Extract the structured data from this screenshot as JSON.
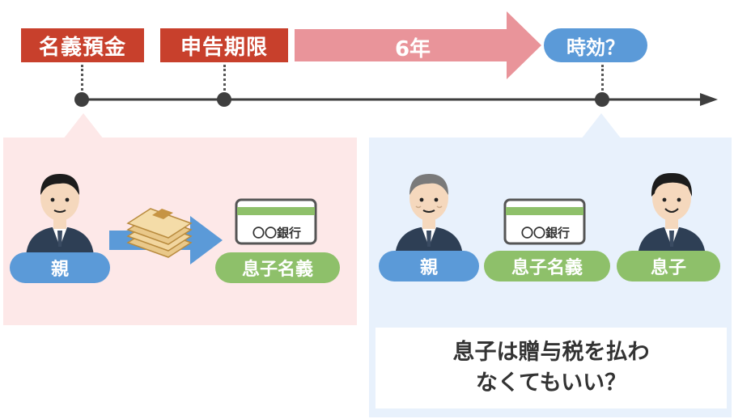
{
  "timeline": {
    "label_meigi": "名義預金",
    "label_deadline": "申告期限",
    "label_years": "6年",
    "label_statute": "時効？"
  },
  "left_panel": {
    "parent_label": "親",
    "account_label": "息子名義",
    "bank_text": "〇〇銀行"
  },
  "right_panel": {
    "parent_label": "親",
    "account_label": "息子名義",
    "son_label": "息子",
    "bank_text": "〇〇銀行",
    "question_line1": "息子は贈与税を払わ",
    "question_line2": "なくてもいい？"
  },
  "colors": {
    "red_tag": "#c8402c",
    "arrow_pink": "#e9949a",
    "blue_pill": "#5b9ad8",
    "green_pill": "#8ec06a",
    "pink_panel": "#fde8e8",
    "blue_panel": "#e8f1fc"
  }
}
